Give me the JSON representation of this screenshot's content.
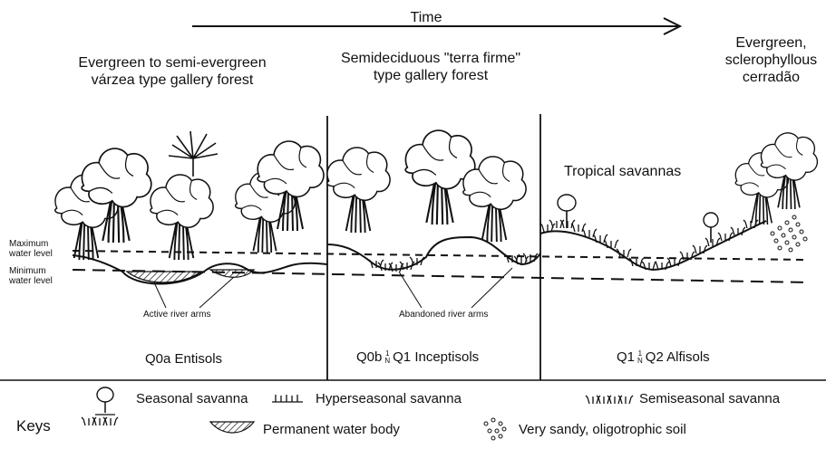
{
  "time_label": "Time",
  "headers": {
    "varzea": [
      "Evergreen to semi-evergreen",
      "várzea type gallery forest"
    ],
    "terra_firme": [
      "Semideciduous \"terra firme\"",
      "type gallery forest"
    ],
    "cerradao": [
      "Evergreen,",
      "sclerophyllous",
      "cerradão"
    ]
  },
  "tropical_savannas": "Tropical savannas",
  "water_levels": {
    "maximum": [
      "Maximum",
      "water level"
    ],
    "minimum": [
      "Minimum",
      "water level"
    ]
  },
  "annotations": {
    "active": "Active river arms",
    "abandoned": "Abandoned river arms"
  },
  "soils": {
    "entisols": "Q0a Entisols",
    "inceptisols": {
      "left": "Q0b",
      "num": "1",
      "den": "N",
      "right": "Q1 Inceptisols"
    },
    "alfisols": {
      "left": "Q1",
      "num": "1",
      "den": "N",
      "right": "Q2 Alfisols"
    }
  },
  "keys": {
    "title": "Keys",
    "seasonal": "Seasonal savanna",
    "hyperseasonal": "Hyperseasonal savanna",
    "semiseasonal": "Semiseasonal savanna",
    "permanent_water": "Permanent water body",
    "sandy_soil": "Very sandy, oligotrophic soil"
  },
  "icons": [
    "tree-icon",
    "palm-tree-icon",
    "seasonal-savanna-icon",
    "hyperseasonal-savanna-icon",
    "semiseasonal-savanna-icon",
    "permanent-water-icon",
    "sandy-soil-icon",
    "time-arrow-icon"
  ],
  "colors": {
    "ink": "#111111",
    "background": "#ffffff"
  }
}
